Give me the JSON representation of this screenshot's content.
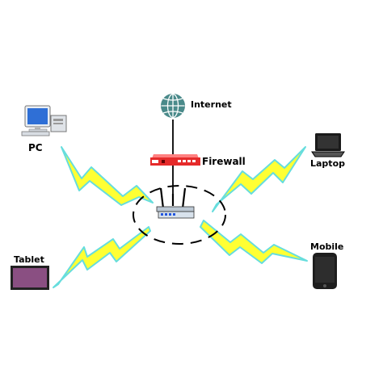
{
  "nodes": {
    "internet": {
      "label": "Internet",
      "icon": "globe-icon"
    },
    "firewall": {
      "label": "Firewall",
      "icon": "firewall-icon"
    },
    "router": {
      "icon": "wireless-router-icon"
    },
    "pc": {
      "label": "PC",
      "icon": "desktop-computer-icon"
    },
    "laptop": {
      "label": "Laptop",
      "icon": "laptop-icon"
    },
    "tablet": {
      "label": "Tablet",
      "icon": "tablet-icon"
    },
    "mobile": {
      "label": "Mobile",
      "icon": "mobile-phone-icon"
    }
  },
  "colors": {
    "lightning_fill": "#ffff33",
    "lightning_stroke": "#66dddd",
    "globe": "#4a8a8a",
    "firewall": "#e52b2b",
    "tablet_screen": "#8a4f82",
    "line": "#000000"
  }
}
